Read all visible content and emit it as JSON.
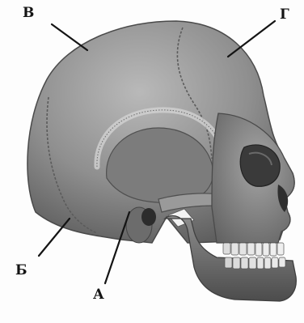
{
  "labels": {
    "a": "А",
    "b": "Б",
    "v": "В",
    "g": "Г"
  },
  "colors": {
    "bone": "#8a8a8a",
    "bone_dark": "#555555",
    "bone_light": "#b8b8b8",
    "ink": "#141414"
  }
}
